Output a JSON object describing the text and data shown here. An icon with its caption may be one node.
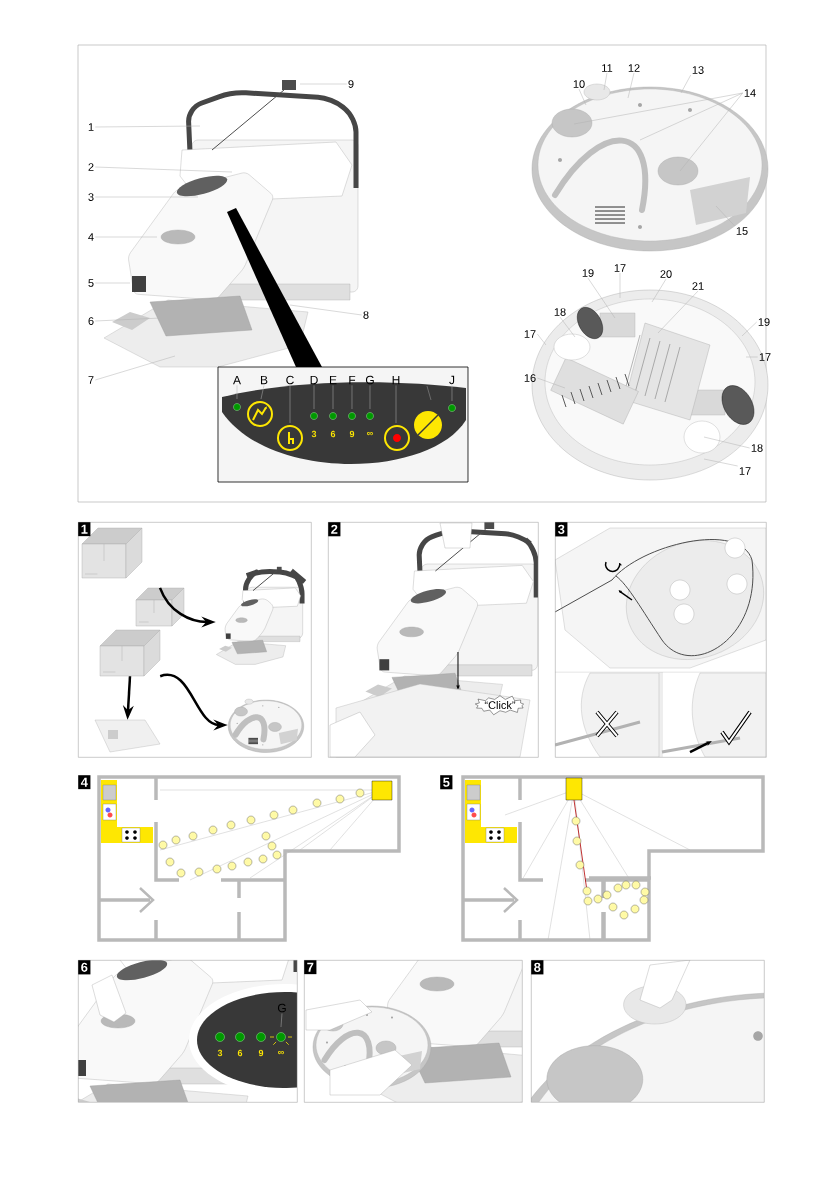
{
  "diagram": {
    "nodes": [
      {
        "text": [
          "1"
        ]
      },
      {
        "text": [
          "2"
        ]
      },
      {
        "text": [
          "3"
        ]
      },
      {
        "text": [
          "4"
        ]
      },
      {
        "text": [
          "5"
        ]
      },
      {
        "text": [
          "6"
        ]
      },
      {
        "text": [
          "7"
        ]
      },
      {
        "text": [
          "8"
        ]
      },
      {
        "text": [
          "9"
        ]
      },
      {
        "text": [
          "10"
        ]
      },
      {
        "text": [
          "11"
        ]
      },
      {
        "text": [
          "12"
        ]
      },
      {
        "text": [
          "13"
        ]
      },
      {
        "text": [
          "14"
        ]
      },
      {
        "text": [
          "15"
        ]
      },
      {
        "text": [
          "17"
        ]
      },
      {
        "text": [
          "19"
        ]
      },
      {
        "text": [
          "20"
        ]
      },
      {
        "text": [
          "21"
        ]
      },
      {
        "text": [
          "18"
        ]
      },
      {
        "text": [
          "19"
        ]
      },
      {
        "text": [
          "17"
        ]
      },
      {
        "text": [
          "17"
        ]
      },
      {
        "text": [
          "16"
        ]
      },
      {
        "text": [
          "18"
        ]
      },
      {
        "text": [
          "17"
        ]
      },
      {
        "text": [
          "A"
        ]
      },
      {
        "text": [
          "B"
        ]
      },
      {
        "text": [
          "C"
        ]
      },
      {
        "text": [
          "D"
        ]
      },
      {
        "text": [
          "E"
        ]
      },
      {
        "text": [
          "F"
        ]
      },
      {
        "text": [
          "G"
        ]
      },
      {
        "text": [
          "H"
        ]
      },
      {
        "text": [
          "J"
        ]
      },
      {
        "text": [],
        "shape": "box"
      },
      {
        "text": [
          "1"
        ],
        "in": 35
      },
      {
        "text": [],
        "shape": "box"
      },
      {
        "text": [
          "2"
        ],
        "in": 37
      },
      {
        "text": [
          "“Click”"
        ],
        "in": 37
      },
      {
        "text": [],
        "shape": "box"
      },
      {
        "text": [
          "3"
        ],
        "in": 40
      },
      {
        "text": [
          "4"
        ]
      },
      {
        "text": [
          "5"
        ]
      },
      {
        "text": [],
        "shape": "box"
      },
      {
        "text": [
          "6"
        ],
        "in": 44
      },
      {
        "text": [
          "G"
        ],
        "in": 44
      },
      {
        "text": [],
        "shape": "box"
      },
      {
        "text": [
          "7"
        ],
        "in": 47
      },
      {
        "text": [],
        "shape": "box"
      },
      {
        "text": [
          "8"
        ],
        "in": 49
      },
      {
        "text": [],
        "shape": "picture",
        "in": 35
      },
      {
        "text": [],
        "shape": "picture",
        "in": 35
      },
      {
        "text": [],
        "shape": "picture",
        "in": 35
      },
      {
        "text": [],
        "shape": "picture",
        "in": 35
      },
      {
        "text": [],
        "shape": "picture",
        "in": 35
      }
    ],
    "edges": [
      {
        "from": 0,
        "to": null,
        "arrow": "none"
      },
      {
        "from": 1,
        "to": null,
        "arrow": "none"
      },
      {
        "from": 2,
        "to": null,
        "arrow": "none"
      },
      {
        "from": 3,
        "to": null,
        "arrow": "none"
      },
      {
        "from": 4,
        "to": null,
        "arrow": "none"
      },
      {
        "from": 5,
        "to": null,
        "arrow": "none"
      },
      {
        "from": 6,
        "to": null,
        "arrow": "none"
      },
      {
        "from": 7,
        "to": null,
        "arrow": "none"
      },
      {
        "from": 8,
        "to": null,
        "arrow": "none"
      },
      {
        "from": 9,
        "to": null,
        "arrow": "none"
      },
      {
        "from": 10,
        "to": null,
        "arrow": "none"
      },
      {
        "from": 11,
        "to": null,
        "arrow": "none"
      },
      {
        "from": 12,
        "to": null,
        "arrow": "none"
      },
      {
        "from": 13,
        "to": null,
        "arrow": "none"
      },
      {
        "from": 13,
        "to": null,
        "arrow": "none"
      },
      {
        "from": 13,
        "to": null,
        "arrow": "none"
      },
      {
        "from": 14,
        "to": null,
        "arrow": "none"
      },
      {
        "from": 15,
        "to": null,
        "arrow": "none"
      },
      {
        "from": 16,
        "to": null,
        "arrow": "none"
      },
      {
        "from": 17,
        "to": null,
        "arrow": "none"
      },
      {
        "from": 18,
        "to": null,
        "arrow": "none"
      },
      {
        "from": 19,
        "to": null,
        "arrow": "none"
      },
      {
        "from": 20,
        "to": null,
        "arrow": "none"
      },
      {
        "from": 21,
        "to": null,
        "arrow": "none"
      },
      {
        "from": 22,
        "to": null,
        "arrow": "none"
      },
      {
        "from": 23,
        "to": null,
        "arrow": "none"
      },
      {
        "from": 24,
        "to": null,
        "arrow": "none"
      },
      {
        "from": 25,
        "to": null,
        "arrow": "none"
      },
      {
        "from": 26,
        "to": null,
        "arrow": "none"
      },
      {
        "from": 27,
        "to": null,
        "arrow": "none"
      },
      {
        "from": 28,
        "to": null,
        "arrow": "none"
      },
      {
        "from": 29,
        "to": null,
        "arrow": "none"
      },
      {
        "from": 30,
        "to": null,
        "arrow": "none"
      },
      {
        "from": 31,
        "to": null,
        "arrow": "none"
      },
      {
        "from": 32,
        "to": null,
        "arrow": "none"
      },
      {
        "from": 33,
        "to": null,
        "arrow": "none"
      },
      {
        "from": 34,
        "to": null,
        "arrow": "none"
      },
      {
        "from": 46,
        "to": null,
        "arrow": "none"
      },
      {
        "from": 51,
        "to": 53,
        "arrow": "to",
        "style": "thick",
        "color": "#000000"
      },
      {
        "from": 52,
        "to": 54,
        "arrow": "to",
        "style": "thick",
        "color": "#000000"
      },
      {
        "from": 52,
        "to": 55,
        "arrow": "to",
        "style": "thick",
        "color": "#000000"
      }
    ],
    "labels": [
      "3",
      "6",
      "9",
      "∞",
      "3",
      "6",
      "9",
      "∞"
    ]
  }
}
